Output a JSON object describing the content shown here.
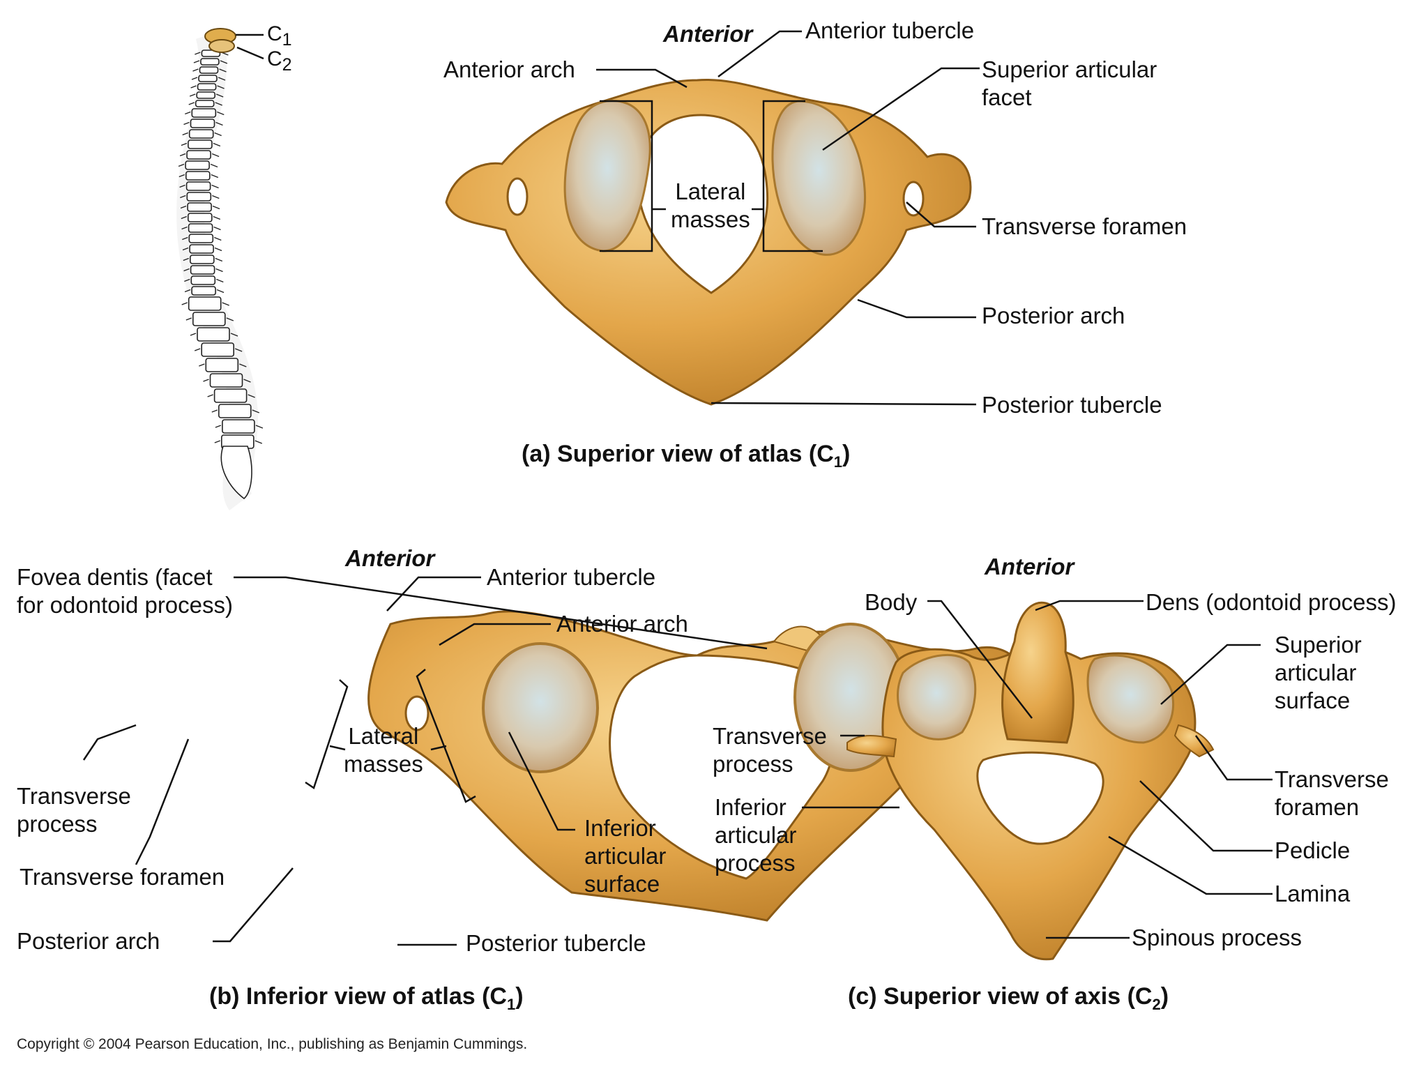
{
  "colors": {
    "bone": "#e3a64a",
    "bone_light": "#f3cd83",
    "bone_dark": "#a5681b",
    "facet": "#d9cfb8",
    "facet_center": "#c4d5dd",
    "line": "#111111"
  },
  "spine": {
    "label_c1": "C",
    "label_c1_sub": "1",
    "label_c2": "C",
    "label_c2_sub": "2"
  },
  "panel_a": {
    "orientation": "Anterior",
    "labels": {
      "anterior_tubercle": "Anterior tubercle",
      "anterior_arch": "Anterior arch",
      "superior_articular_facet": "Superior articular\nfacet",
      "lateral_masses": "Lateral\nmasses",
      "transverse_foramen": "Transverse foramen",
      "posterior_arch": "Posterior arch",
      "posterior_tubercle": "Posterior tubercle"
    },
    "caption_prefix": "(a)",
    "caption_text": "Superior view of atlas (C",
    "caption_sub": "1",
    "caption_suffix": ")"
  },
  "panel_b": {
    "orientation": "Anterior",
    "labels": {
      "fovea_dentis": "Fovea dentis (facet\nfor odontoid process)",
      "anterior_tubercle": "Anterior tubercle",
      "anterior_arch": "Anterior arch",
      "lateral_masses": "Lateral\nmasses",
      "transverse_process": "Transverse\nprocess",
      "transverse_foramen": "Transverse foramen",
      "inferior_articular_surface": "Inferior\narticular\nsurface",
      "posterior_arch": "Posterior arch",
      "posterior_tubercle": "Posterior tubercle"
    },
    "caption_prefix": "(b)",
    "caption_text": "Inferior view of atlas (C",
    "caption_sub": "1",
    "caption_suffix": ")"
  },
  "panel_c": {
    "orientation": "Anterior",
    "labels": {
      "body": "Body",
      "dens": "Dens (odontoid process)",
      "superior_articular_surface": "Superior\narticular\nsurface",
      "transverse_process": "Transverse\nprocess",
      "transverse_foramen": "Transverse\nforamen",
      "inferior_articular_process": "Inferior\narticular\nprocess",
      "pedicle": "Pedicle",
      "lamina": "Lamina",
      "spinous_process": "Spinous process"
    },
    "caption_prefix": "(c)",
    "caption_text": "Superior view of axis (C",
    "caption_sub": "2",
    "caption_suffix": ")"
  },
  "copyright": "Copyright © 2004 Pearson Education, Inc., publishing as Benjamin Cummings."
}
